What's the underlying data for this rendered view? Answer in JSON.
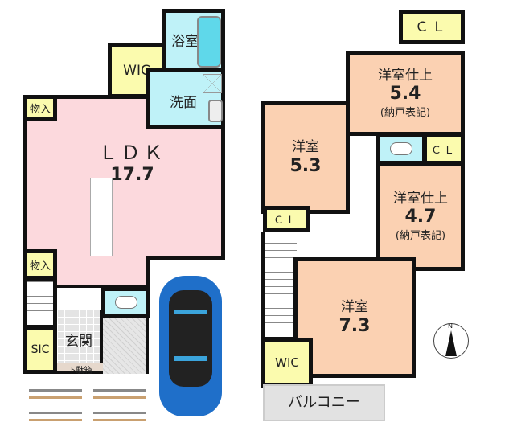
{
  "floor1": {
    "bath": "浴室",
    "wic": "WIC",
    "washroom": "洗面",
    "ldk_label": "ＬＤＫ",
    "ldk_size": "17.7",
    "storage_top": "物入",
    "storage_bottom": "物入",
    "sic": "SIC",
    "entrance": "玄関",
    "shoe_box": "下駄箱"
  },
  "floor2": {
    "room_a_label": "洋室",
    "room_a_size": "5.3",
    "room_a_closet": "ＣＬ",
    "room_b_label": "洋室仕上",
    "room_b_size": "5.4",
    "room_b_note": "(納戸表記)",
    "room_b_closet": "ＣＬ",
    "room_c_label": "洋室仕上",
    "room_c_size": "4.7",
    "room_c_note": "(納戸表記)",
    "room_c_closet": "ＣＬ",
    "room_d_label": "洋室",
    "room_d_size": "7.3",
    "wic": "WIC",
    "balcony": "バルコニー"
  },
  "compass": {
    "north": "N"
  },
  "colors": {
    "ldk": "#fcd9dd",
    "room": "#fbd1b2",
    "wet": "#bff2f8",
    "closet": "#fbfbae",
    "car": "#1f6fc9"
  }
}
